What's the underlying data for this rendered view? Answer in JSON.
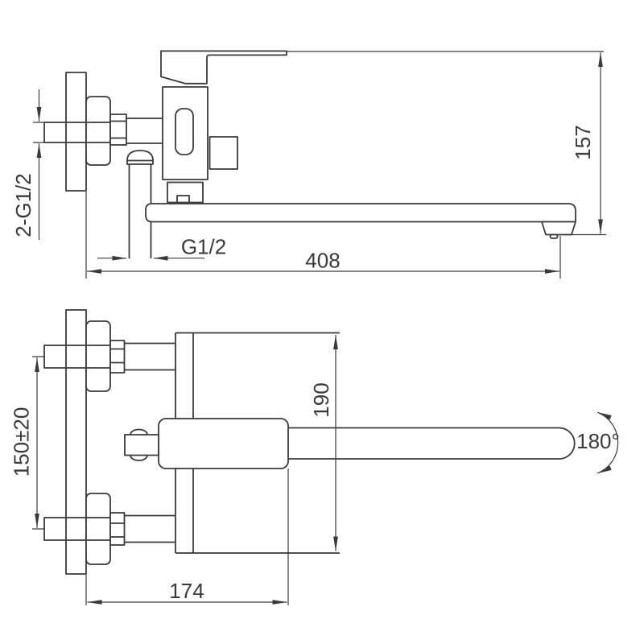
{
  "diagram": {
    "background_color": "#ffffff",
    "line_color": "#3a3a3a",
    "side_view": {
      "dimensions": {
        "overall_height": "157",
        "spout_reach": "408",
        "shower_outlet_thread": "G1/2",
        "wall_connection_thread": "2-G1/2"
      }
    },
    "plan_view": {
      "dimensions": {
        "body_height": "190",
        "connection_centers": "150±20",
        "wall_offset": "174",
        "spout_swivel": "180°"
      }
    }
  }
}
